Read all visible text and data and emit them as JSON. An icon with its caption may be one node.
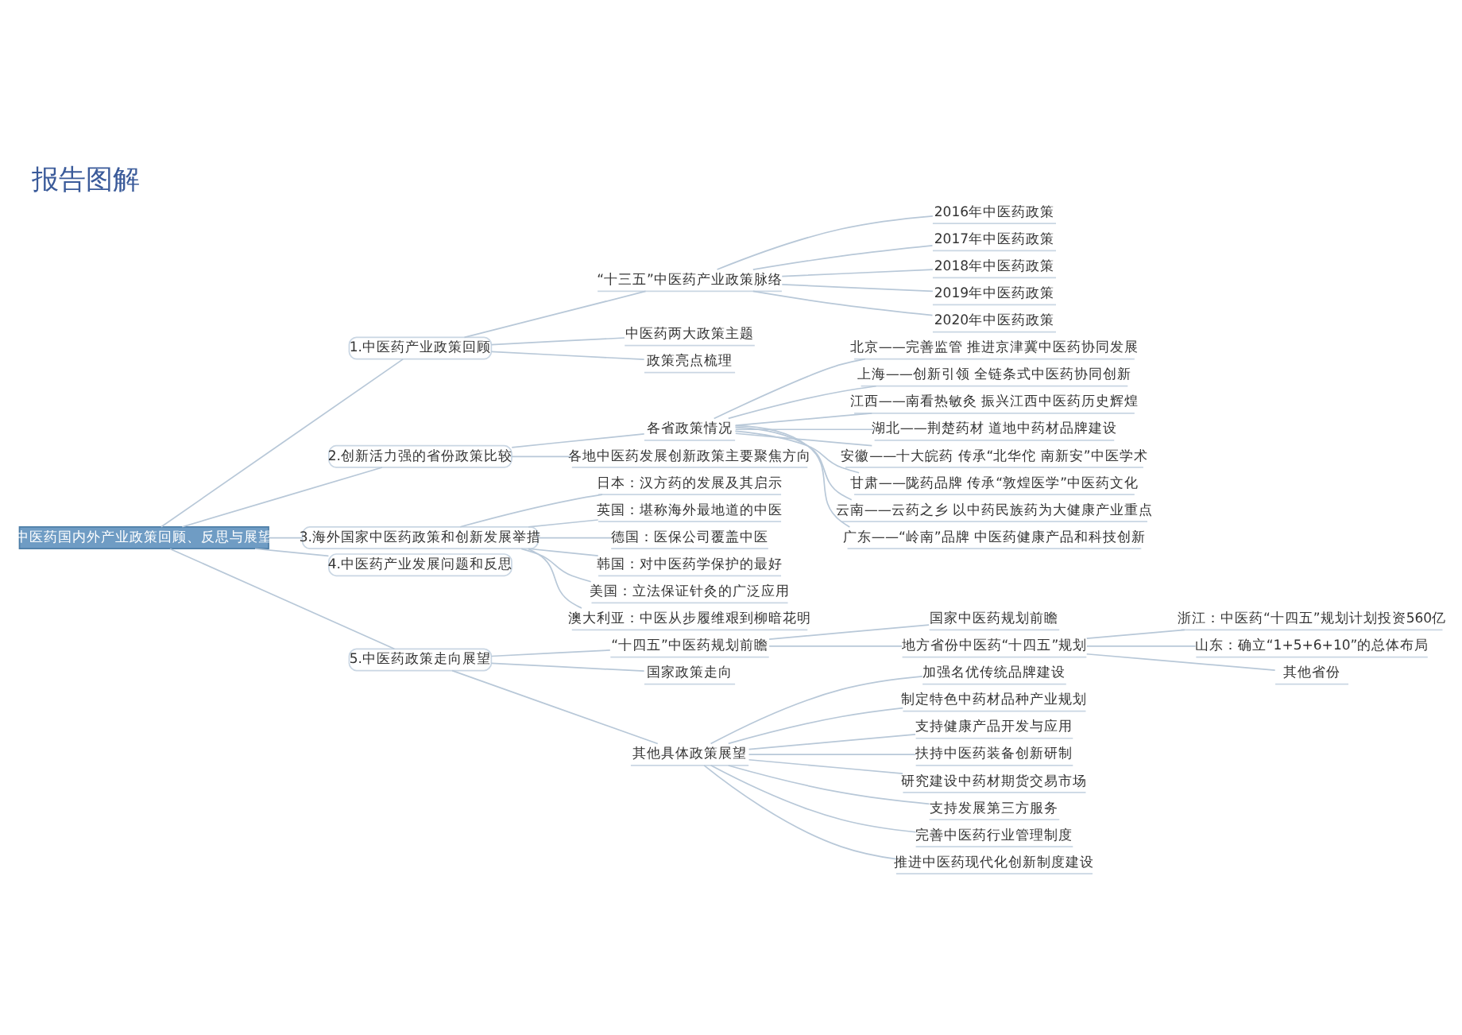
{
  "diagram": {
    "title": "报告图解",
    "nodes": [
      {
        "text": [
          "中医药国内外产业政策回顾、反思与展望"
        ]
      },
      {
        "text": [
          "1.中医药产业政策回顾"
        ]
      },
      {
        "text": [
          "“十三五”中医药产业政策脉络"
        ]
      },
      {
        "text": [
          "2016年中医药政策"
        ]
      },
      {
        "text": [
          "2017年中医药政策"
        ]
      },
      {
        "text": [
          "2018年中医药政策"
        ]
      },
      {
        "text": [
          "2019年中医药政策"
        ]
      },
      {
        "text": [
          "2020年中医药政策"
        ]
      },
      {
        "text": [
          "中医药两大政策主题"
        ]
      },
      {
        "text": [
          "政策亮点梳理"
        ]
      },
      {
        "text": [
          "2.创新活力强的省份政策比较"
        ]
      },
      {
        "text": [
          "各省政策情况"
        ]
      },
      {
        "text": [
          "北京——完善监管 推进京津冀中医药协同发展"
        ]
      },
      {
        "text": [
          "上海——创新引领 全链条式中医药协同创新"
        ]
      },
      {
        "text": [
          "江西——南看热敏灸 振兴江西中医药历史辉煌"
        ]
      },
      {
        "text": [
          "湖北——荆楚药材 道地中药材品牌建设"
        ]
      },
      {
        "text": [
          "安徽——十大皖药 传承“北华佗 南新安”中医学术"
        ]
      },
      {
        "text": [
          "甘肃——陇药品牌 传承“敦煌医学”中医药文化"
        ]
      },
      {
        "text": [
          "云南——云药之乡 以中药民族药为大健康产业重点"
        ]
      },
      {
        "text": [
          "广东——“岭南”品牌 中医药健康产品和科技创新"
        ]
      },
      {
        "text": [
          "各地中医药发展创新政策主要聚焦方向"
        ]
      },
      {
        "text": [
          "3.海外国家中医药政策和创新发展举措"
        ]
      },
      {
        "text": [
          "日本：汉方药的发展及其启示"
        ]
      },
      {
        "text": [
          "英国：堪称海外最地道的中医"
        ]
      },
      {
        "text": [
          "德国：医保公司覆盖中医"
        ]
      },
      {
        "text": [
          "韩国：对中医药学保护的最好"
        ]
      },
      {
        "text": [
          "美国：立法保证针灸的广泛应用"
        ]
      },
      {
        "text": [
          "澳大利亚：中医从步履维艰到柳暗花明"
        ]
      },
      {
        "text": [
          "4.中医药产业发展问题和反思"
        ]
      },
      {
        "text": [
          "5.中医药政策走向展望"
        ]
      },
      {
        "text": [
          "“十四五”中医药规划前瞻"
        ]
      },
      {
        "text": [
          "国家中医药规划前瞻"
        ]
      },
      {
        "text": [
          "地方省份中医药“十四五”规划"
        ]
      },
      {
        "text": [
          "浙江：中医药“十四五”规划计划投资560亿"
        ]
      },
      {
        "text": [
          "山东：确立“1+5+6+10”的总体布局"
        ]
      },
      {
        "text": [
          "其他省份"
        ]
      },
      {
        "text": [
          "国家政策走向"
        ]
      },
      {
        "text": [
          "其他具体政策展望"
        ]
      },
      {
        "text": [
          "加强名优传统品牌建设"
        ]
      },
      {
        "text": [
          "制定特色中药材品种产业规划"
        ]
      },
      {
        "text": [
          "支持健康产品开发与应用"
        ]
      },
      {
        "text": [
          "扶持中医药装备创新研制"
        ]
      },
      {
        "text": [
          "研究建设中药材期货交易市场"
        ]
      },
      {
        "text": [
          "支持发展第三方服务"
        ]
      },
      {
        "text": [
          "完善中医药行业管理制度"
        ]
      },
      {
        "text": [
          "推进中医药现代化创新制度建设"
        ]
      }
    ],
    "edges": [
      {
        "from": 0,
        "to": 1,
        "arrow": "none"
      },
      {
        "from": 1,
        "to": 2,
        "arrow": "none"
      },
      {
        "from": 2,
        "to": 3,
        "arrow": "none"
      },
      {
        "from": 2,
        "to": 4,
        "arrow": "none"
      },
      {
        "from": 2,
        "to": 5,
        "arrow": "none"
      },
      {
        "from": 2,
        "to": 6,
        "arrow": "none"
      },
      {
        "from": 2,
        "to": 7,
        "arrow": "none"
      },
      {
        "from": 1,
        "to": 8,
        "arrow": "none"
      },
      {
        "from": 1,
        "to": 9,
        "arrow": "none"
      },
      {
        "from": 0,
        "to": 10,
        "arrow": "none"
      },
      {
        "from": 10,
        "to": 11,
        "arrow": "none"
      },
      {
        "from": 11,
        "to": 12,
        "arrow": "none"
      },
      {
        "from": 11,
        "to": 13,
        "arrow": "none"
      },
      {
        "from": 11,
        "to": 14,
        "arrow": "none"
      },
      {
        "from": 11,
        "to": 15,
        "arrow": "none"
      },
      {
        "from": 11,
        "to": 16,
        "arrow": "none"
      },
      {
        "from": 11,
        "to": 17,
        "arrow": "none"
      },
      {
        "from": 11,
        "to": 18,
        "arrow": "none"
      },
      {
        "from": 11,
        "to": 19,
        "arrow": "none"
      },
      {
        "from": 10,
        "to": 20,
        "arrow": "none"
      },
      {
        "from": 0,
        "to": 21,
        "arrow": "none"
      },
      {
        "from": 21,
        "to": 22,
        "arrow": "none"
      },
      {
        "from": 21,
        "to": 23,
        "arrow": "none"
      },
      {
        "from": 21,
        "to": 24,
        "arrow": "none"
      },
      {
        "from": 21,
        "to": 25,
        "arrow": "none"
      },
      {
        "from": 21,
        "to": 26,
        "arrow": "none"
      },
      {
        "from": 21,
        "to": 27,
        "arrow": "none"
      },
      {
        "from": 0,
        "to": 28,
        "arrow": "none"
      },
      {
        "from": 0,
        "to": 29,
        "arrow": "none"
      },
      {
        "from": 29,
        "to": 30,
        "arrow": "none"
      },
      {
        "from": 30,
        "to": 31,
        "arrow": "none"
      },
      {
        "from": 30,
        "to": 32,
        "arrow": "none"
      },
      {
        "from": 32,
        "to": 33,
        "arrow": "none"
      },
      {
        "from": 32,
        "to": 34,
        "arrow": "none"
      },
      {
        "from": 32,
        "to": 35,
        "arrow": "none"
      },
      {
        "from": 29,
        "to": 36,
        "arrow": "none"
      },
      {
        "from": 29,
        "to": 37,
        "arrow": "none"
      },
      {
        "from": 37,
        "to": 38,
        "arrow": "none"
      },
      {
        "from": 37,
        "to": 39,
        "arrow": "none"
      },
      {
        "from": 37,
        "to": 40,
        "arrow": "none"
      },
      {
        "from": 37,
        "to": 41,
        "arrow": "none"
      },
      {
        "from": 37,
        "to": 42,
        "arrow": "none"
      },
      {
        "from": 37,
        "to": 43,
        "arrow": "none"
      },
      {
        "from": 37,
        "to": 44,
        "arrow": "none"
      },
      {
        "from": 37,
        "to": 45,
        "arrow": "none"
      }
    ]
  }
}
